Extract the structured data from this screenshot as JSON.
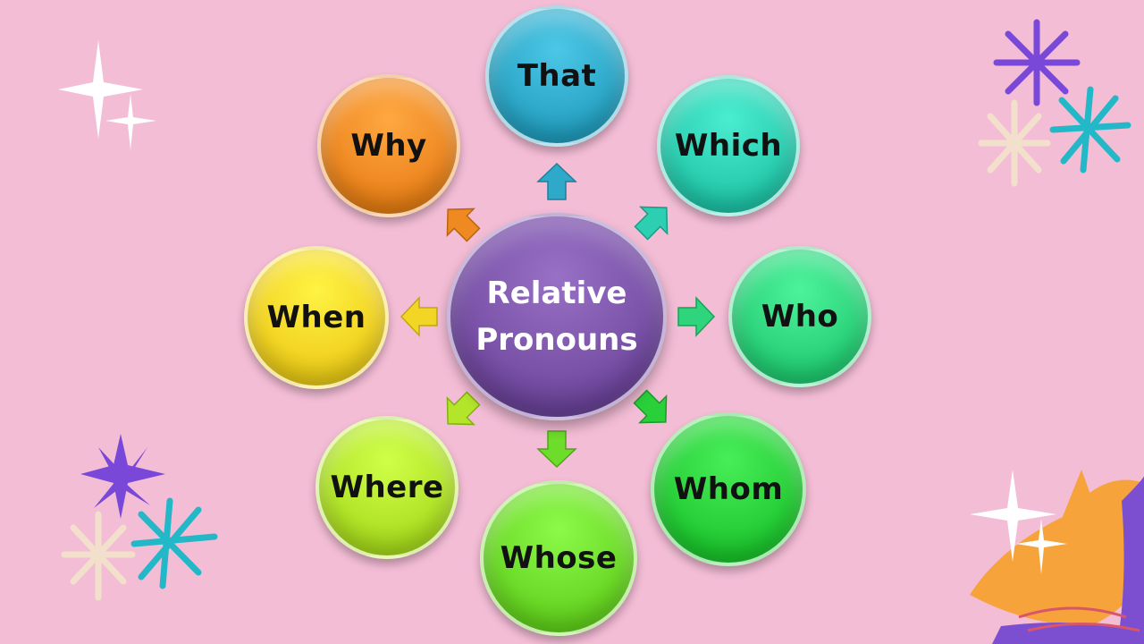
{
  "center": {
    "line1": "Relative",
    "line2": "Pronouns",
    "color": "#7a52a8"
  },
  "nodes": [
    {
      "key": "that",
      "label": "That",
      "color": "#2fa9c9"
    },
    {
      "key": "which",
      "label": "Which",
      "color": "#2ccfb2"
    },
    {
      "key": "who",
      "label": "Who",
      "color": "#2ed57d"
    },
    {
      "key": "whom",
      "label": "Whom",
      "color": "#29d03a"
    },
    {
      "key": "whose",
      "label": "Whose",
      "color": "#6edc2a"
    },
    {
      "key": "where",
      "label": "Where",
      "color": "#b3e52a"
    },
    {
      "key": "when",
      "label": "When",
      "color": "#f3d525"
    },
    {
      "key": "why",
      "label": "Why",
      "color": "#ef8a23"
    }
  ],
  "decorations": {
    "sparkle_color": "#ffffff",
    "star_purple": "#7a48d8",
    "star_teal": "#22b8c8",
    "star_cream": "#f3e0cc",
    "leaf_orange": "#f6a33c",
    "leaf_purple": "#7c4fd0"
  }
}
